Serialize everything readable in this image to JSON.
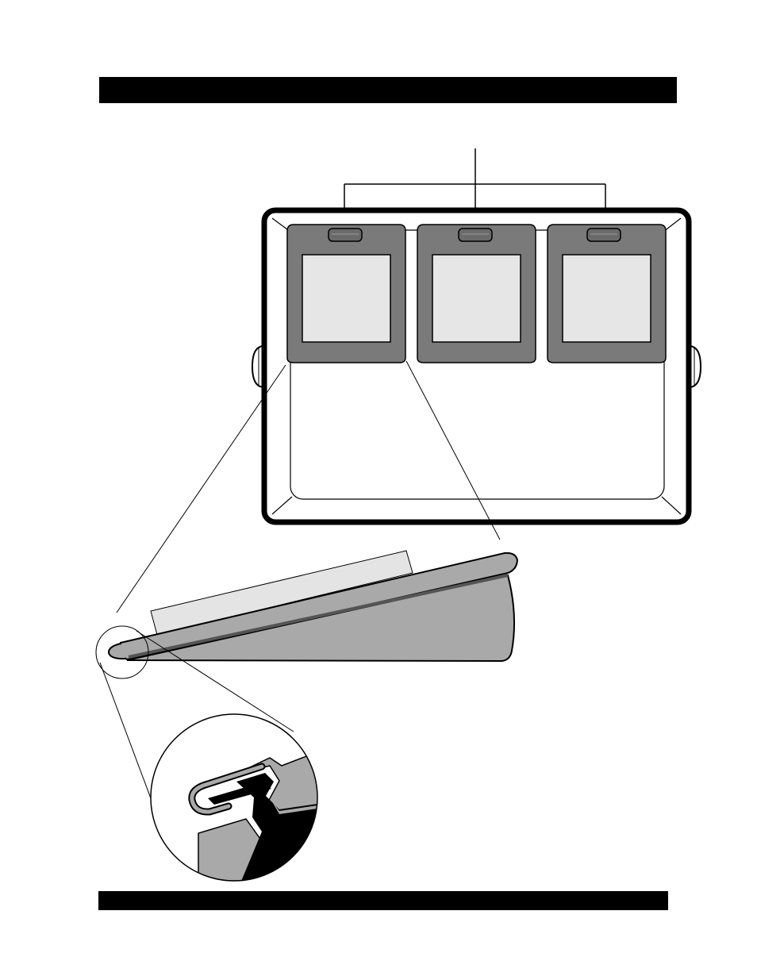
{
  "figure": {
    "header_bar": "",
    "footer_bar": "",
    "colors": {
      "outline": "#000000",
      "panel_dark": "#7a7a7a",
      "screen_light": "#e6e6e6",
      "case_side": "#a9a9a9",
      "lid": "#e4e4e4",
      "tray_fill": "#ffffff"
    },
    "top_view": {
      "compartment_count": 3,
      "callout_arrow_targets": 3
    },
    "side_view": {
      "detail_callout": "magnified-hinge-clip"
    }
  }
}
